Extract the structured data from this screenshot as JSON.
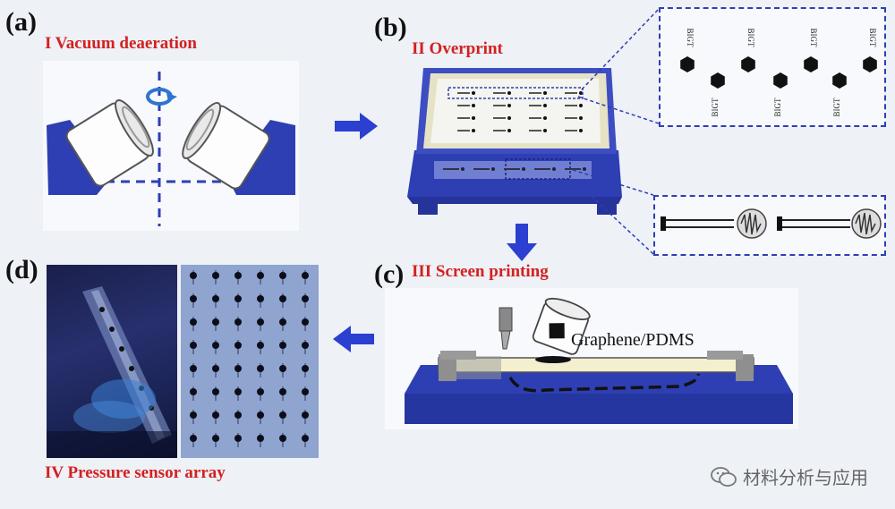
{
  "panels": {
    "a": {
      "letter": "(a)",
      "title": "I Vacuum deaeration"
    },
    "b": {
      "letter": "(b)",
      "title": "II Overprint"
    },
    "c": {
      "letter": "(c)",
      "title": "III Screen printing",
      "material_label": "Graphene/PDMS"
    },
    "d": {
      "letter": "(d)",
      "title": "IV Pressure sensor array"
    }
  },
  "zoom_labels": [
    "BIGT",
    "BIGT",
    "BIGT",
    "BIGT",
    "BIGT",
    "BIGT",
    "BIGT"
  ],
  "watermark": {
    "text": "材料分析与应用",
    "icon": "wechat-icon"
  },
  "colors": {
    "title_red": "#d42020",
    "blue": "#2e3fb3",
    "arrow_blue": "#2b3fd1"
  }
}
